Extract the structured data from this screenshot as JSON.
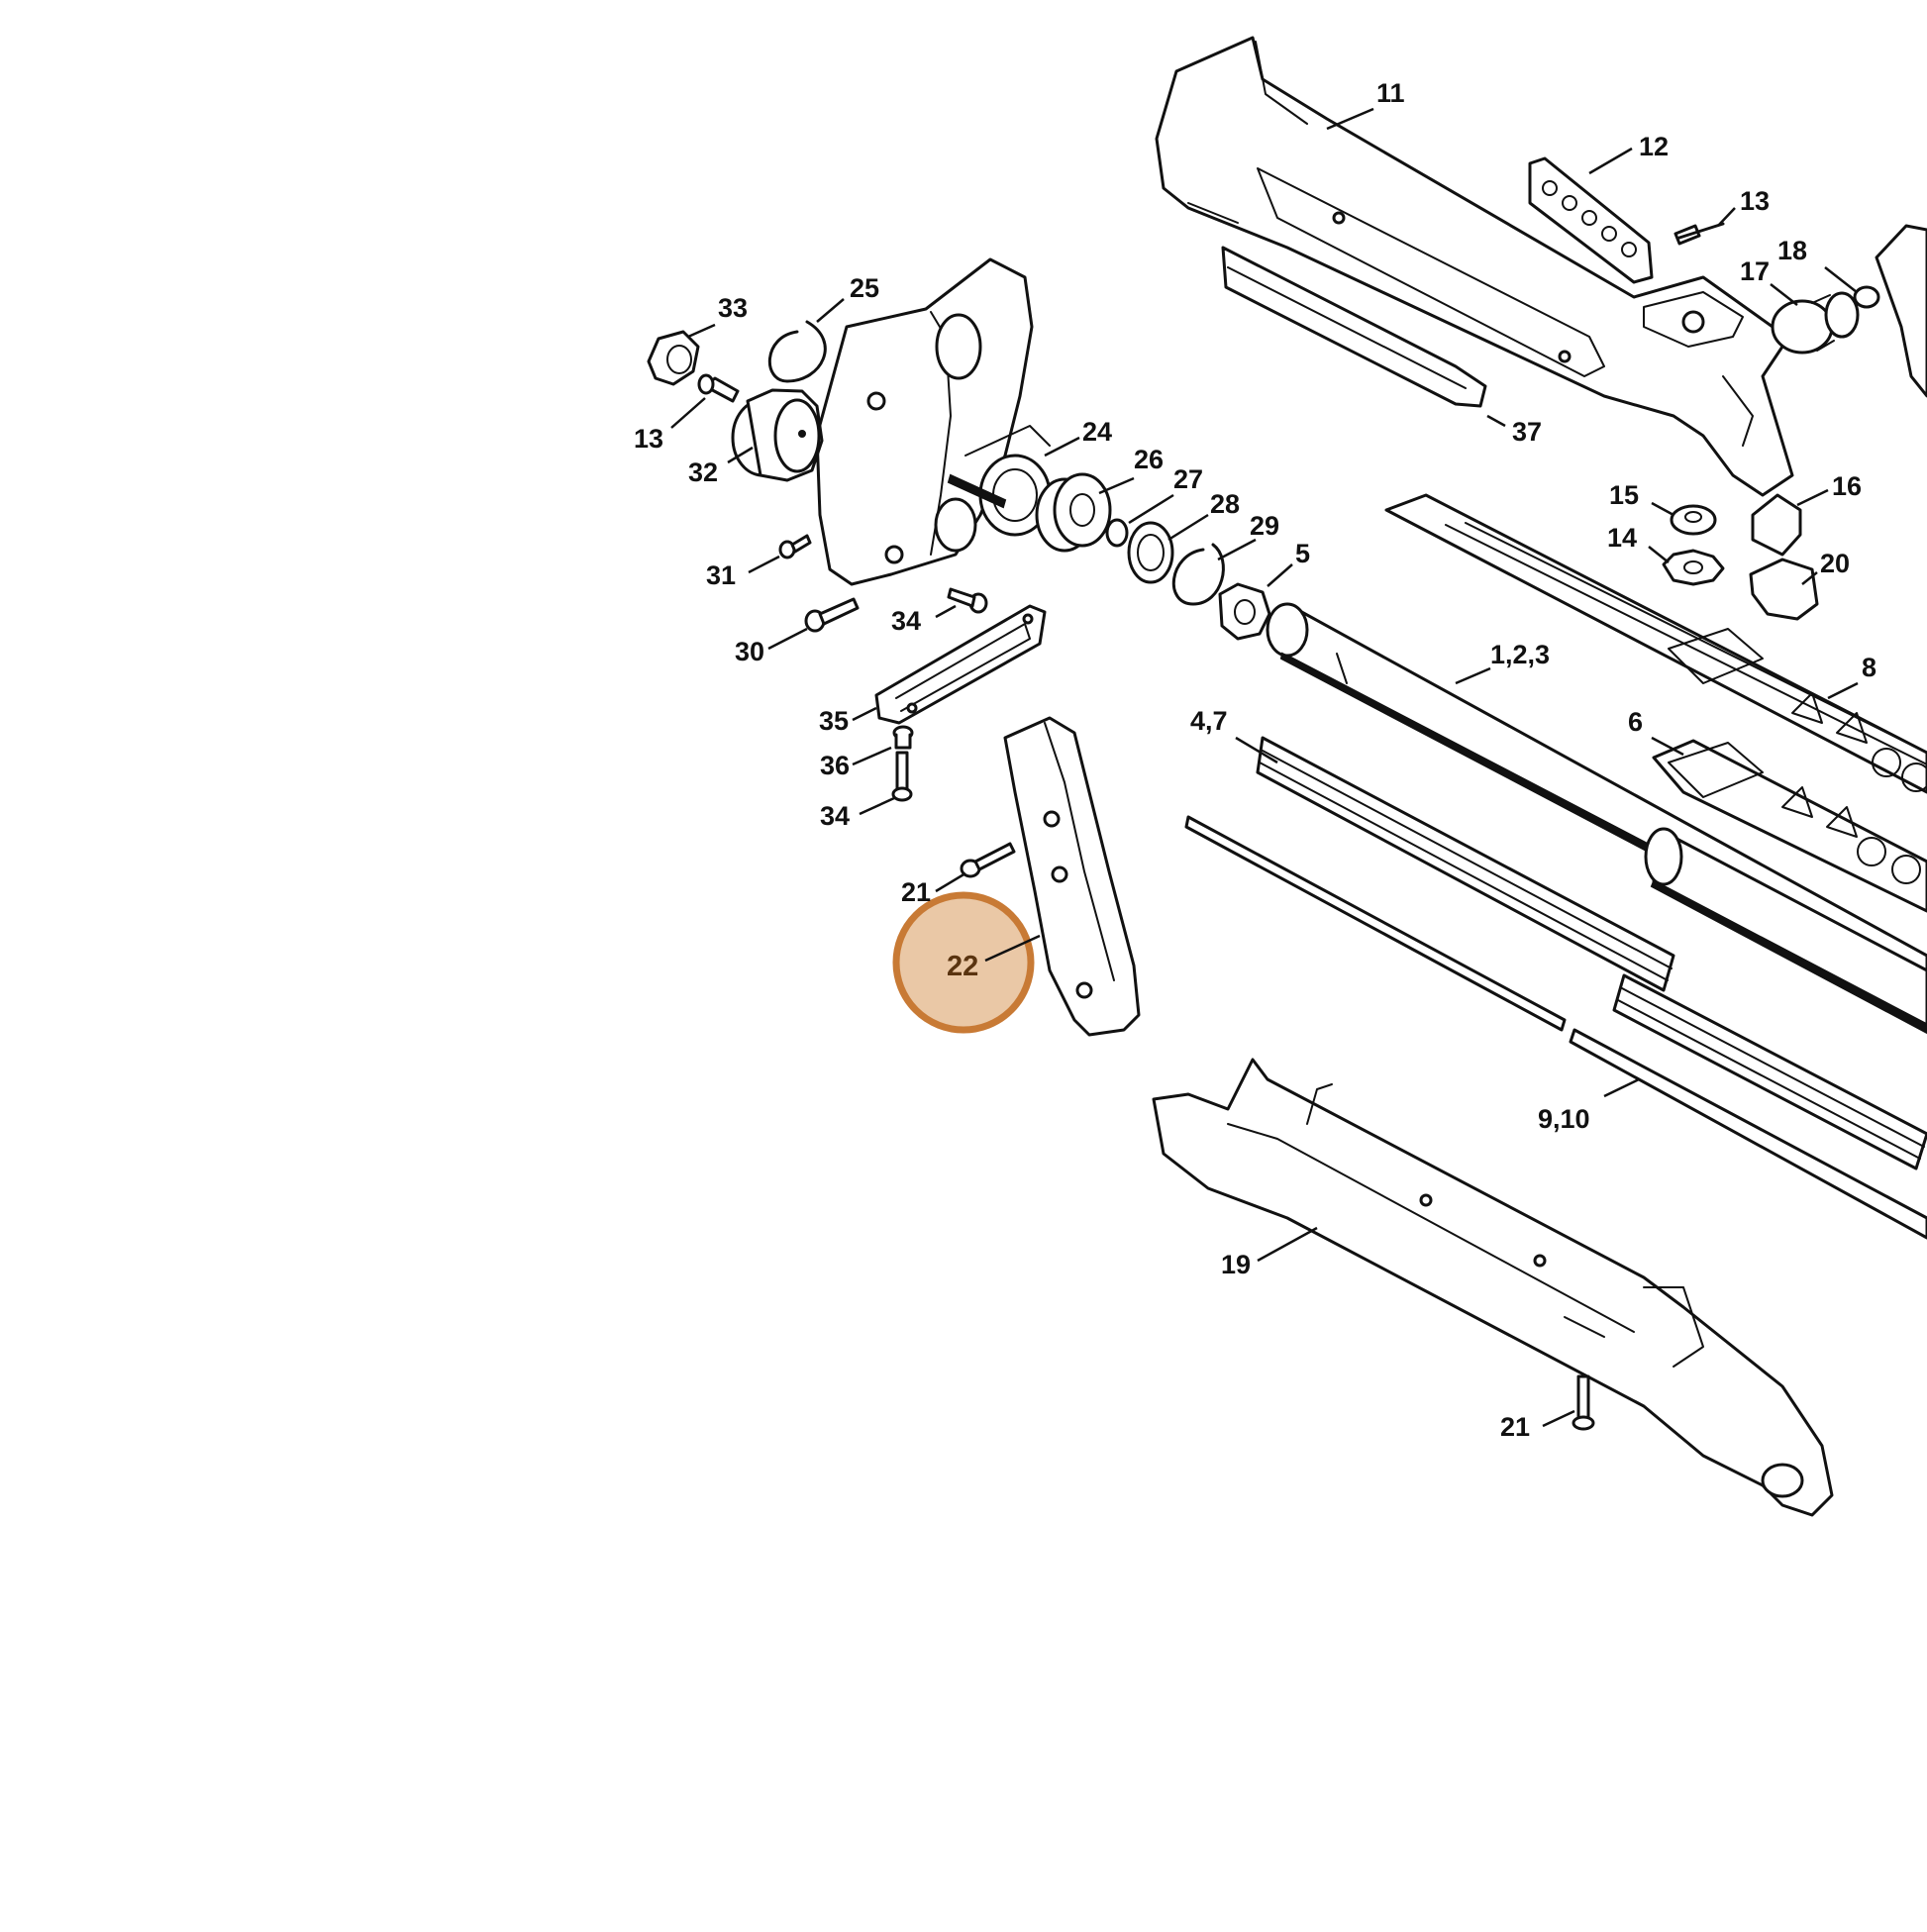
{
  "diagram": {
    "callouts": [
      {
        "id": "c11",
        "label": "11"
      },
      {
        "id": "c12",
        "label": "12"
      },
      {
        "id": "c13a",
        "label": "13"
      },
      {
        "id": "c18",
        "label": "18"
      },
      {
        "id": "c17",
        "label": "17"
      },
      {
        "id": "c25",
        "label": "25"
      },
      {
        "id": "c33",
        "label": "33"
      },
      {
        "id": "c13b",
        "label": "13"
      },
      {
        "id": "c32",
        "label": "32"
      },
      {
        "id": "c24",
        "label": "24"
      },
      {
        "id": "c26",
        "label": "26"
      },
      {
        "id": "c27",
        "label": "27"
      },
      {
        "id": "c28",
        "label": "28"
      },
      {
        "id": "c29",
        "label": "29"
      },
      {
        "id": "c5",
        "label": "5"
      },
      {
        "id": "c37",
        "label": "37"
      },
      {
        "id": "c15",
        "label": "15"
      },
      {
        "id": "c16",
        "label": "16"
      },
      {
        "id": "c14",
        "label": "14"
      },
      {
        "id": "c20",
        "label": "20"
      },
      {
        "id": "c31",
        "label": "31"
      },
      {
        "id": "c34a",
        "label": "34"
      },
      {
        "id": "c30",
        "label": "30"
      },
      {
        "id": "c123",
        "label": "1,2,3"
      },
      {
        "id": "c8",
        "label": "8"
      },
      {
        "id": "c47",
        "label": "4,7"
      },
      {
        "id": "c6",
        "label": "6"
      },
      {
        "id": "c35",
        "label": "35"
      },
      {
        "id": "c36",
        "label": "36"
      },
      {
        "id": "c34b",
        "label": "34"
      },
      {
        "id": "c21a",
        "label": "21"
      },
      {
        "id": "c22",
        "label": "22"
      },
      {
        "id": "c910",
        "label": "9,10"
      },
      {
        "id": "c19",
        "label": "19"
      },
      {
        "id": "c21b",
        "label": "21"
      }
    ],
    "highlight": {
      "label": "22",
      "color": "#c87a35",
      "fill": "#eac8a6"
    }
  }
}
